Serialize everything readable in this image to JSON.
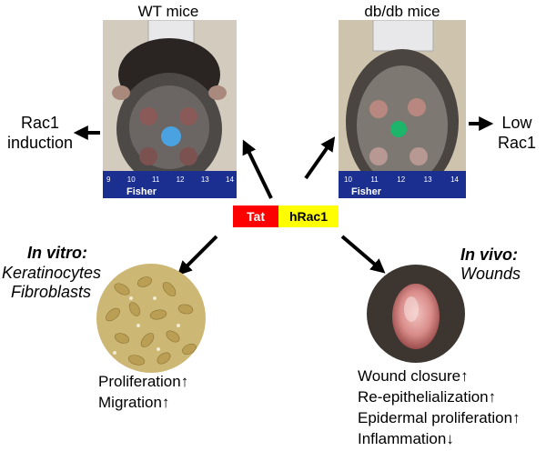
{
  "panels": {
    "wt": {
      "title": "WT mice",
      "effect": [
        "Rac1",
        "induction"
      ]
    },
    "db": {
      "title": "db/db mice",
      "effect": [
        "Low",
        "Rac1"
      ]
    }
  },
  "construct": {
    "tag": "Tat",
    "protein": "hRac1",
    "tag_color": "#ff0000",
    "protein_color": "#ffff00"
  },
  "ruler": {
    "brand": "Fisher",
    "wt_ticks": [
      "9",
      "10",
      "11",
      "12",
      "13",
      "14"
    ],
    "db_ticks": [
      "10",
      "11",
      "12",
      "13",
      "14"
    ]
  },
  "in_vitro": {
    "heading": "In vitro:",
    "cells": [
      "Keratinocytes",
      "Fibroblasts"
    ],
    "outcomes": [
      "Proliferation↑",
      "Migration↑"
    ]
  },
  "in_vivo": {
    "heading": "In vivo:",
    "subject": "Wounds",
    "outcomes": [
      "Wound closure↑",
      "Re-epithelialization↑",
      "Epidermal proliferation↑",
      "Inflammation↓"
    ]
  },
  "colors": {
    "wt_marker": "#4aa3e0",
    "db_marker": "#1cb56a",
    "ruler": "#1a2f8f"
  }
}
